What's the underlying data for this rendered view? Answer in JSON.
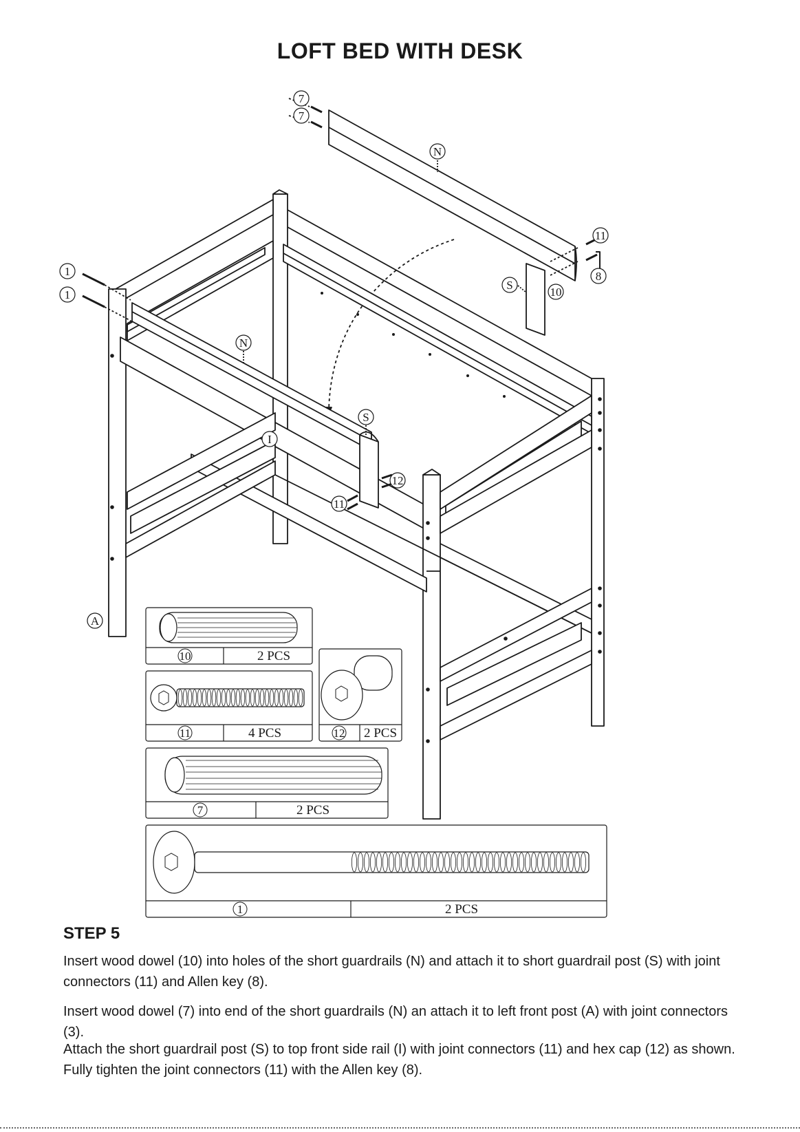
{
  "document": {
    "title": "LOFT BED WITH DESK",
    "step_title": "STEP 5",
    "paragraphs": [
      "Insert wood dowel (10) into holes of the short guardrails (N) and attach it to short guardrail post (S) with joint connectors (11) and Allen key (8).",
      "Insert wood dowel (7) into end of the short guardrails (N) an attach it to left front post (A) with joint connectors (3).",
      "Attach the short guardrail post (S) to top front side rail (I) with joint connectors (11) and hex cap (12) as shown.  Fully tighten the joint connectors (11) with the Allen key (8)."
    ]
  },
  "diagram_labels": {
    "dowel_top_1": "7",
    "dowel_top_2": "7",
    "guardrail_top": "N",
    "connector_right": "11",
    "allen_key": "8",
    "post_s_top": "S",
    "dowel_right": "10",
    "bolt_left_1": "1",
    "bolt_left_2": "1",
    "guardrail_front": "N",
    "post_s_front": "S",
    "side_rail": "I",
    "hex_cap_front": "12",
    "connector_front": "11",
    "post_a": "A"
  },
  "parts": [
    {
      "id": "10",
      "qty": "2 PCS",
      "name": "wood-dowel-10"
    },
    {
      "id": "11",
      "qty": "4 PCS",
      "name": "joint-connector-11"
    },
    {
      "id": "12",
      "qty": "2 PCS",
      "name": "hex-cap-12"
    },
    {
      "id": "7",
      "qty": "2 PCS",
      "name": "wood-dowel-7"
    },
    {
      "id": "1",
      "qty": "2 PCS",
      "name": "long-bolt-1"
    }
  ]
}
